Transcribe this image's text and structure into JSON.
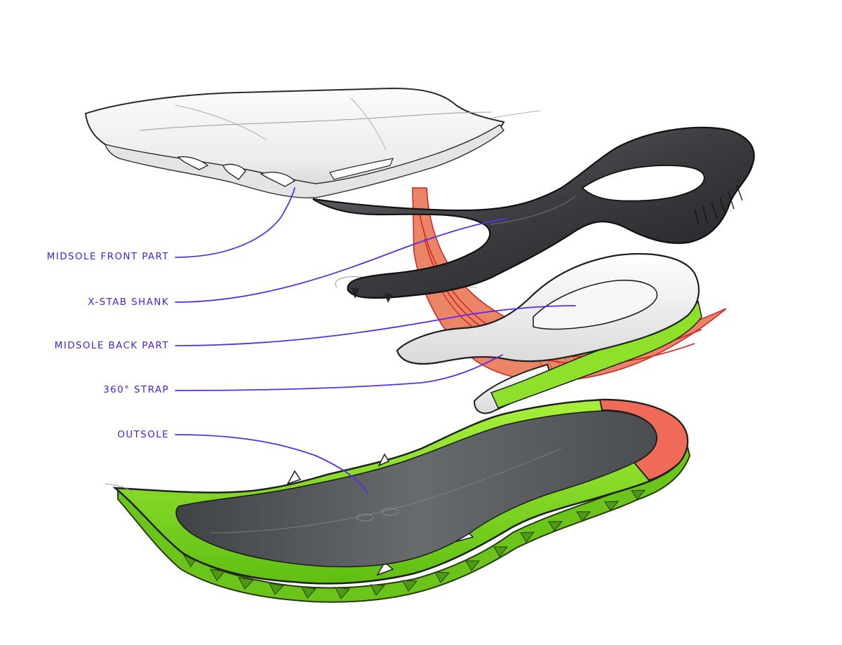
{
  "colors": {
    "callout": "#5a2ee8",
    "label_text": "#4b1fe0",
    "outsole_green": "#8ee02a",
    "outsole_gray": "#555a5e",
    "heel_red": "#f06a58",
    "shank_dark": "#2b2d30",
    "strap_orange": "#e2562c",
    "midsole_white": "#f3f3f3"
  },
  "labels": {
    "midsole_front": "MIDSOLE FRONT PART",
    "xstab_shank": "X-STAB SHANK",
    "midsole_back": "MIDSOLE BACK PART",
    "strap": "360° STRAP",
    "outsole": "OUTSOLE"
  },
  "parts": [
    "midsole-front-part",
    "x-stab-shank",
    "midsole-back-part",
    "360-strap",
    "outsole"
  ]
}
